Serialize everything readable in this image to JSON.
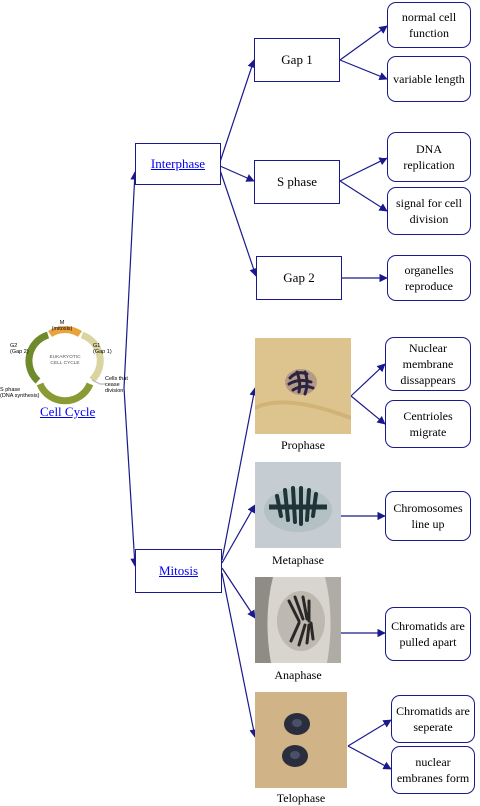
{
  "root": {
    "label": "Cell Cycle"
  },
  "cycle_image": {
    "m_label": "M",
    "m_sub": "(mitosis)",
    "g2_label": "G2",
    "g2_sub": "(Gap 2)",
    "g1_label": "G1",
    "g1_sub": "(Gap 1)",
    "center_line1": "EUKARYOTIC",
    "center_line2": "CELL CYCLE",
    "s_label": "S phase",
    "s_sub": "(DNA synthesis)",
    "cease_line1": "Cells that",
    "cease_line2": "cease",
    "cease_line3": "division",
    "colors": {
      "m": "#e8a33c",
      "g1": "#d9d4a0",
      "s": "#8b9a35",
      "g2": "#6f8a2a"
    }
  },
  "interphase": {
    "label": "Interphase",
    "phases": [
      {
        "name": "Gap 1",
        "facts": [
          "normal cell function",
          "variable length"
        ]
      },
      {
        "name": "S phase",
        "facts": [
          "DNA replication",
          "signal for cell division"
        ]
      },
      {
        "name": "Gap 2",
        "facts": [
          "organelles reproduce"
        ]
      }
    ]
  },
  "mitosis": {
    "label": "Mitosis",
    "phases": [
      {
        "name": "Prophase",
        "image": "cell-prophase-photo",
        "facts": [
          "Nuclear membrane dissappears",
          "Centrioles migrate"
        ]
      },
      {
        "name": "Metaphase",
        "image": "cell-metaphase-photo",
        "facts": [
          "Chromosomes line up"
        ]
      },
      {
        "name": "Anaphase",
        "image": "cell-anaphase-photo",
        "facts": [
          "Chromatids are pulled apart"
        ]
      },
      {
        "name": "Telophase",
        "image": "cell-telophase-photo",
        "facts": [
          "Chromatids are seperate",
          "nuclear embranes form"
        ]
      }
    ]
  },
  "colors": {
    "line": "#1a1a8c",
    "link": "#0000ee"
  }
}
